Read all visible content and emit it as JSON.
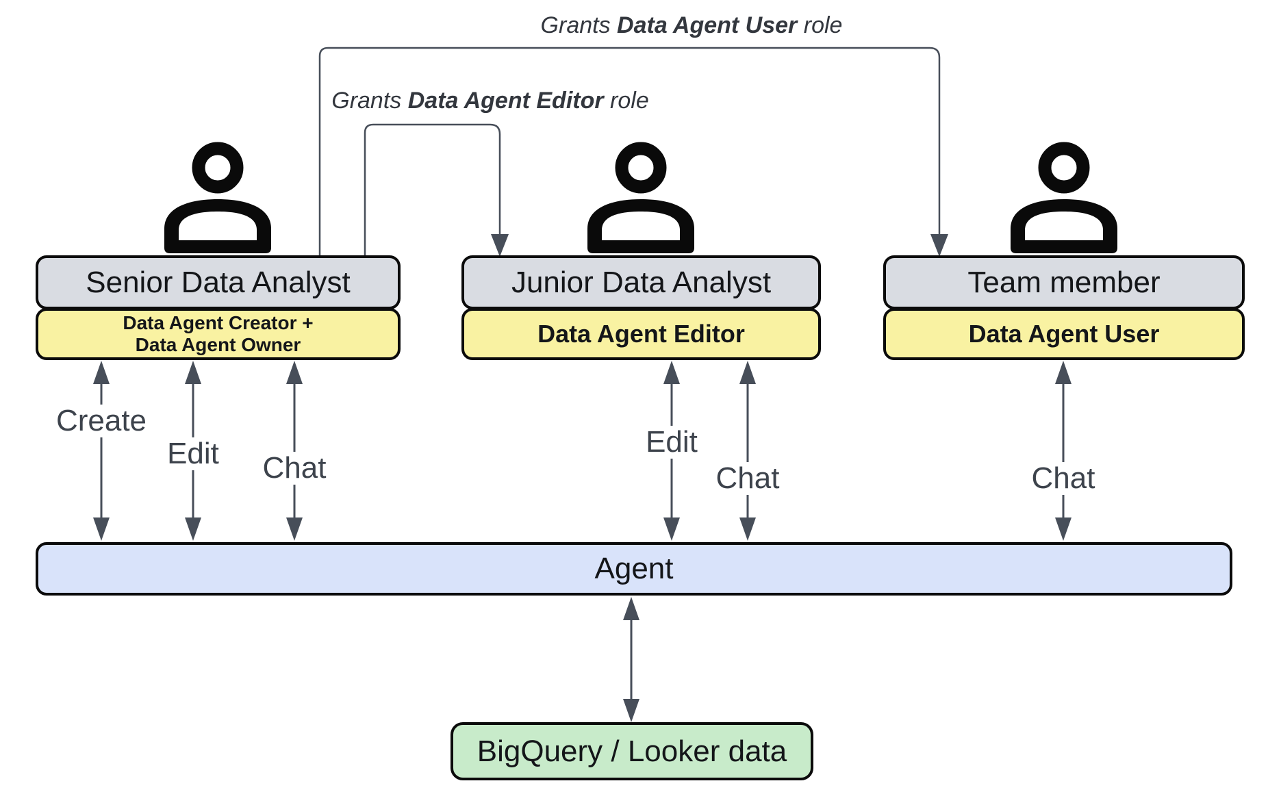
{
  "grant_labels": {
    "user": {
      "prefix": "Grants ",
      "role": "Data Agent User",
      "suffix": " role"
    },
    "editor": {
      "prefix": "Grants ",
      "role": "Data Agent Editor",
      "suffix": " role"
    }
  },
  "actors": [
    {
      "title": "Senior Data Analyst",
      "badge": "Data Agent Creator +\nData Agent Owner",
      "actions": [
        "Create",
        "Edit",
        "Chat"
      ]
    },
    {
      "title": "Junior Data Analyst",
      "badge": "Data Agent Editor",
      "actions": [
        "Edit",
        "Chat"
      ]
    },
    {
      "title": "Team member",
      "badge": "Data Agent User",
      "actions": [
        "Chat"
      ]
    }
  ],
  "agent": {
    "label": "Agent"
  },
  "datasource": {
    "label": "BigQuery / Looker data"
  },
  "colors": {
    "actor_box": "#d9dce2",
    "role_badge": "#f9f2a2",
    "agent_bar": "#d9e3fa",
    "datasource_box": "#c8ebca",
    "border": "#0b0b0b",
    "connector": "#474e59",
    "label_text": "#3d434c",
    "grant_label_text": "#33373e",
    "background": "#ffffff"
  }
}
